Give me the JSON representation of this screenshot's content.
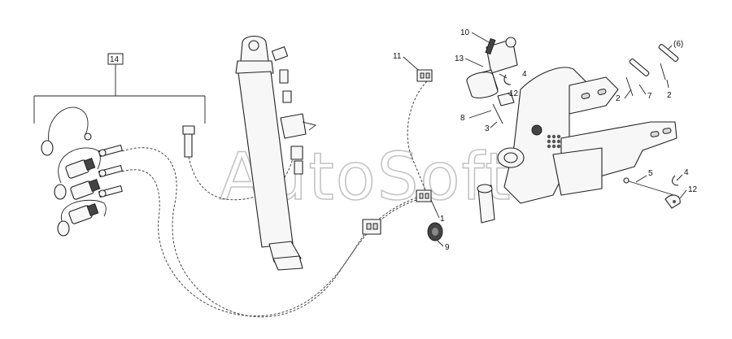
{
  "watermark": "AutoSoft",
  "callouts": {
    "c14": "14",
    "c1": "1",
    "c9": "9",
    "c10": "10",
    "c11": "11",
    "c13": "13",
    "c12a": "12",
    "c4a": "4",
    "c8": "8",
    "c3": "3",
    "c6": "(6)",
    "c2a": "2",
    "c2b": "2",
    "c7": "7",
    "c5": "5",
    "c4b": "4",
    "c12b": "12"
  }
}
